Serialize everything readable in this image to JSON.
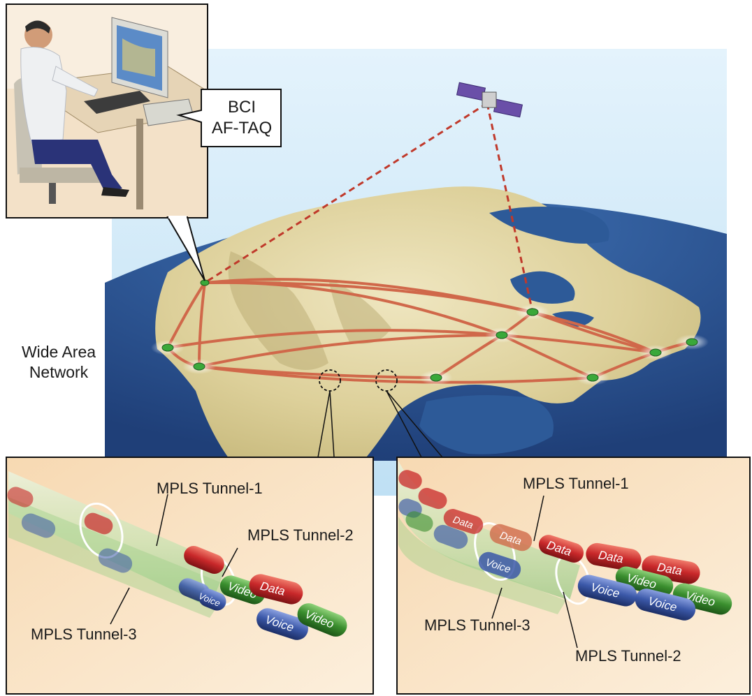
{
  "network_label": {
    "line1": "Wide Area",
    "line2": "Network"
  },
  "device_callout": {
    "line1": "BCI",
    "line2": "AF-TAQ"
  },
  "left_inset": {
    "tunnel1": "MPLS Tunnel-1",
    "tunnel2": "MPLS Tunnel-2",
    "tunnel3": "MPLS Tunnel-3",
    "packets": [
      "Data",
      "Video",
      "Voice",
      "Video",
      "Voice"
    ]
  },
  "right_inset": {
    "tunnel1": "MPLS Tunnel-1",
    "tunnel2": "MPLS Tunnel-2",
    "tunnel3": "MPLS Tunnel-3",
    "packets": [
      "Data",
      "Data",
      "Data",
      "Data",
      "Video",
      "Video",
      "Voice",
      "Voice",
      "Voice"
    ]
  },
  "colors": {
    "sky": "#cfe8f7",
    "ocean": "#2d5a98",
    "land": "#e8dcae",
    "link": "#d0684a",
    "node": "#3aa83a",
    "satellite_link": "#c0392b",
    "inset_bg": "#fbe8cc",
    "data": "#c8282a",
    "video": "#3a8e2e",
    "voice": "#3b58a8"
  }
}
